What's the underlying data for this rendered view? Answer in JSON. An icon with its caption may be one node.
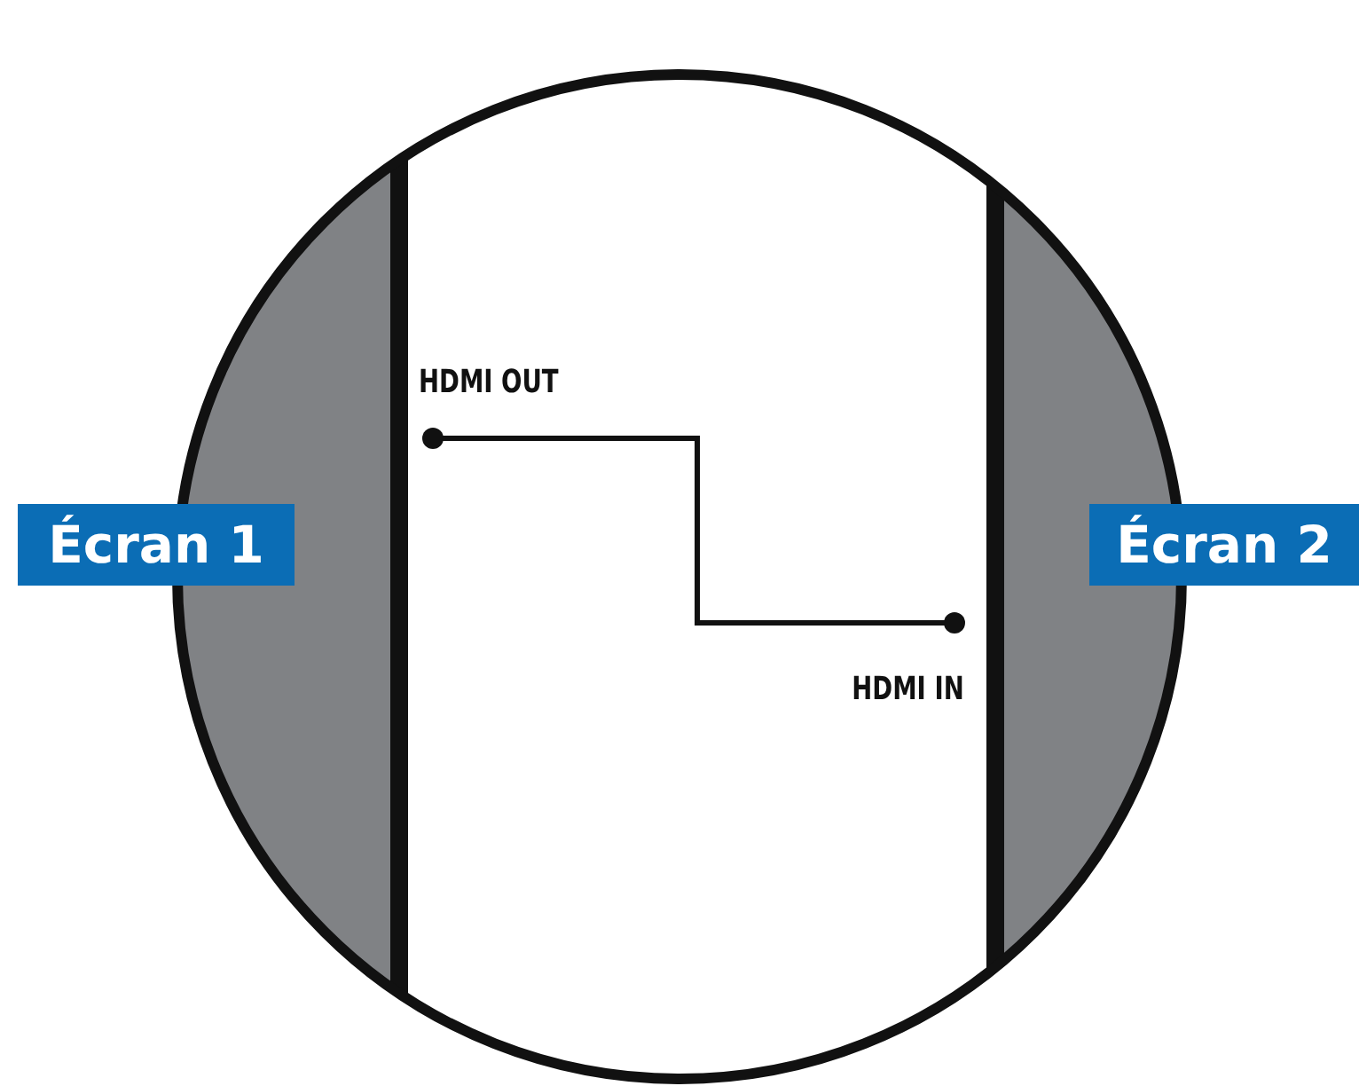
{
  "diagram": {
    "nodes": [
      {
        "text": [
          "Écran 1"
        ]
      },
      {
        "text": [
          "Écran 2"
        ]
      },
      {
        "text": [
          "HDMI OUT"
        ]
      },
      {
        "text": [
          "HDMI IN"
        ]
      }
    ],
    "edges": [
      {
        "from": 2,
        "to": 3,
        "arrow": "other"
      }
    ]
  }
}
